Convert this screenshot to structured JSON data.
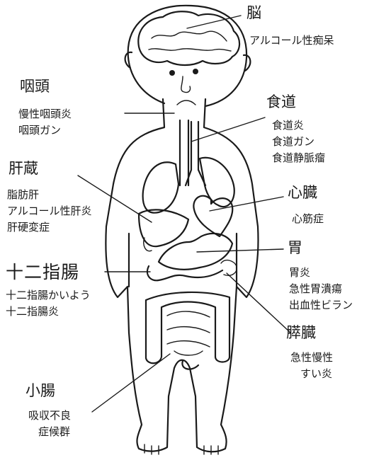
{
  "organs": [
    {
      "id": "brain",
      "name": "脳",
      "diseases": [
        "アルコール性痴呆"
      ]
    },
    {
      "id": "pharynx",
      "name": "咽頭",
      "diseases": [
        "慢性咽頭炎",
        "咽頭ガン"
      ]
    },
    {
      "id": "esophagus",
      "name": "食道",
      "diseases": [
        "食道炎",
        "食道ガン",
        "食道静脈瘤"
      ]
    },
    {
      "id": "liver",
      "name": "肝蔵",
      "diseases": [
        "脂肪肝",
        "アルコール性肝炎",
        "肝硬変症"
      ]
    },
    {
      "id": "heart",
      "name": "心臓",
      "diseases": [
        "心筋症"
      ]
    },
    {
      "id": "stomach",
      "name": "胃",
      "diseases": [
        "胃炎",
        "急性胃潰瘍",
        "出血性ビラン"
      ]
    },
    {
      "id": "duodenum",
      "name": "十二指腸",
      "diseases": [
        "十二指腸かいよう",
        "十二指腸炎"
      ]
    },
    {
      "id": "pancreas",
      "name": "膵臓",
      "diseases": [
        "急性慢性",
        "すい炎"
      ]
    },
    {
      "id": "small_intestine",
      "name": "小腸",
      "diseases": [
        "吸収不良",
        "症候群"
      ]
    }
  ]
}
